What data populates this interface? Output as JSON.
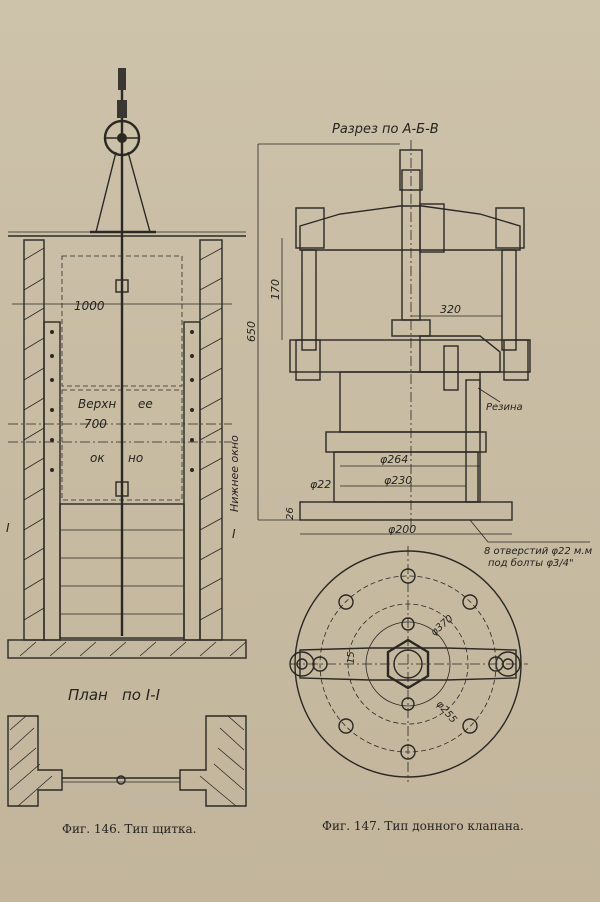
{
  "fig146": {
    "label_1000": "1000",
    "label_upper": "Верхн",
    "label_upper_tail": "ее",
    "label_700": "700",
    "label_window": "ок",
    "label_window_tail": "но",
    "label_lower_window": "Нижнее окно",
    "section_mark_left": "I",
    "section_mark_right": "I",
    "plan_title": "План",
    "plan_title_tail": "по I-I",
    "caption": "Фиг. 146. Тип щитка."
  },
  "fig147": {
    "section_title": "Разрез по А-Б-В",
    "dim_650": "650",
    "dim_170": "170",
    "dim_320": "320",
    "dim_d264": "φ264",
    "dim_d230": "φ230",
    "dim_d22": "φ22",
    "dim_26": "26",
    "dim_d200": "φ200",
    "label_rubber": "Резина",
    "note_line1": "8 отверстий φ22 м.м",
    "note_line2": "под болты φ3/4\"",
    "dim_d370": "φ370",
    "dim_d255": "φ255",
    "dim_15": "15",
    "caption": "Фиг. 147. Тип донного клапана."
  }
}
